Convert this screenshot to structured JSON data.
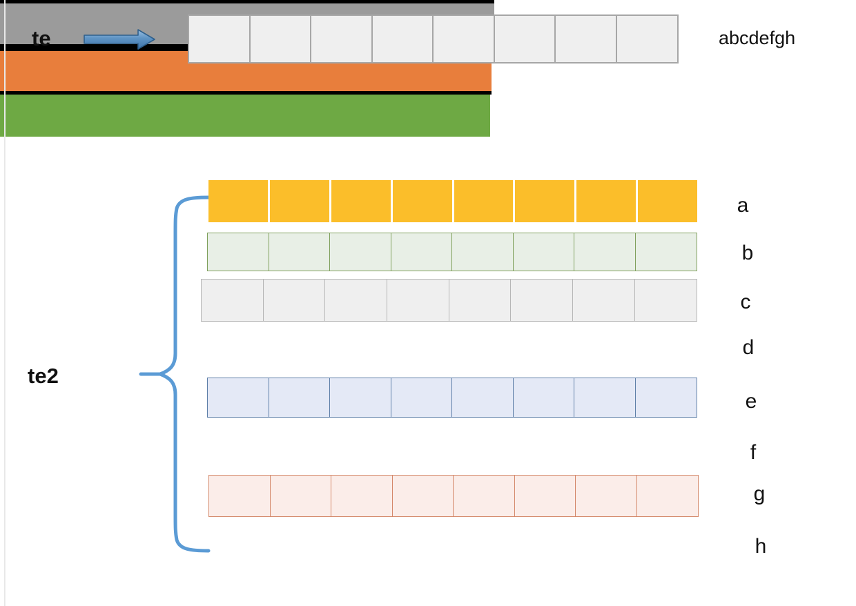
{
  "diagram": {
    "title": "",
    "left_labels": {
      "top": "te",
      "bracket": "te2"
    },
    "top_row": {
      "label": "abcdefgh",
      "cell_count": 8,
      "fill": "#EFEFEF",
      "border": "#A6A6A6"
    },
    "arrow": {
      "name": "right-arrow",
      "fill_start": "#8FB7DC",
      "fill_end": "#4A82B8",
      "stroke": "#2E5F8C"
    },
    "brace": {
      "name": "curly-brace",
      "stroke": "#5B9BD5",
      "spans_rows": "a-h"
    },
    "rows": [
      {
        "id": "a",
        "label": "a",
        "style": "segmented-solid",
        "cell_count": 8,
        "fill": "#FBBE2A",
        "border": "none"
      },
      {
        "id": "b",
        "label": "b",
        "style": "celled",
        "cell_count": 8,
        "fill": "#E8EFE6",
        "border": "#7FA05C"
      },
      {
        "id": "c",
        "label": "c",
        "style": "celled",
        "cell_count": 8,
        "fill": "#EFEFEF",
        "border": "#B6B6B6"
      },
      {
        "id": "d",
        "label": "d",
        "style": "solid-bar",
        "cell_count": 1,
        "fill": "#9B9B9B",
        "border": "#000000"
      },
      {
        "id": "e",
        "label": "e",
        "style": "celled",
        "cell_count": 8,
        "fill": "#E4E9F6",
        "border": "#5E7FA8"
      },
      {
        "id": "f",
        "label": "f",
        "style": "solid-bar",
        "cell_count": 1,
        "fill": "#E87E3C",
        "border": "#000000"
      },
      {
        "id": "g",
        "label": "g",
        "style": "celled",
        "cell_count": 8,
        "fill": "#FBEDE9",
        "border": "#D4886A"
      },
      {
        "id": "h",
        "label": "h",
        "style": "solid-bar",
        "cell_count": 1,
        "fill": "#6EA944",
        "border": "none"
      }
    ]
  }
}
